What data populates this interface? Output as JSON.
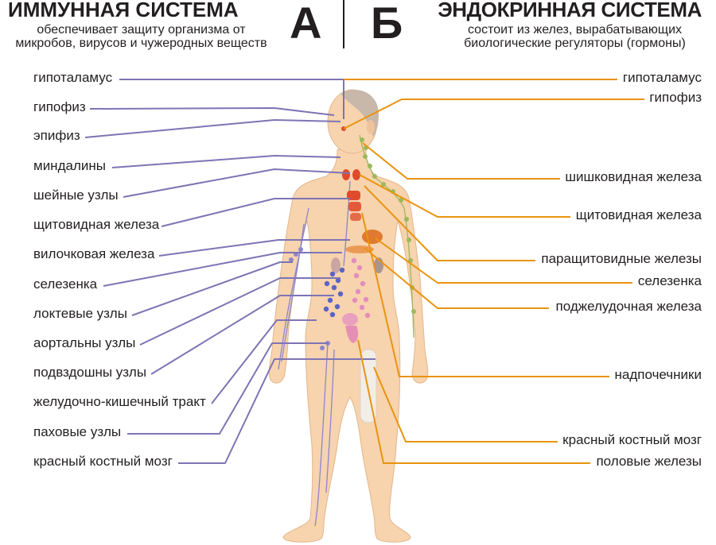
{
  "header": {
    "immune_title": "ИММУННАЯ СИСТЕМА",
    "immune_subtitle": [
      "обеспечивает защиту организма от",
      "микробов, вирусов и чужеродных веществ"
    ],
    "letter_a": "А",
    "letter_b": "Б",
    "endocrine_title": "ЭНДОКРИННАЯ СИСТЕМА",
    "endocrine_subtitle": [
      "состоит из желез, вырабатывающих",
      "биологические регуляторы (гормоны)"
    ]
  },
  "immune": {
    "line_color": "#7e74b4",
    "labels": [
      "гипоталамус",
      "гипофиз",
      "эпифиз",
      "миндалины",
      "шейные узлы",
      "щитовидная железа",
      "вилочковая железа",
      "селезенка",
      "локтевые узлы",
      "аортальны узлы",
      "подвздошны узлы",
      "желудочно-кишечный тракт",
      "паховые узлы",
      "красный костный мозг"
    ]
  },
  "endocrine": {
    "line_color": "#e8940f",
    "labels": [
      "гипоталамус",
      "гипофиз",
      "шишковидная железа",
      "щитовидная железа",
      "паращитовидные железы",
      "селезенка",
      "поджелудочная железа",
      "надпочечники",
      "красный костный мозг",
      "половые железы"
    ]
  }
}
